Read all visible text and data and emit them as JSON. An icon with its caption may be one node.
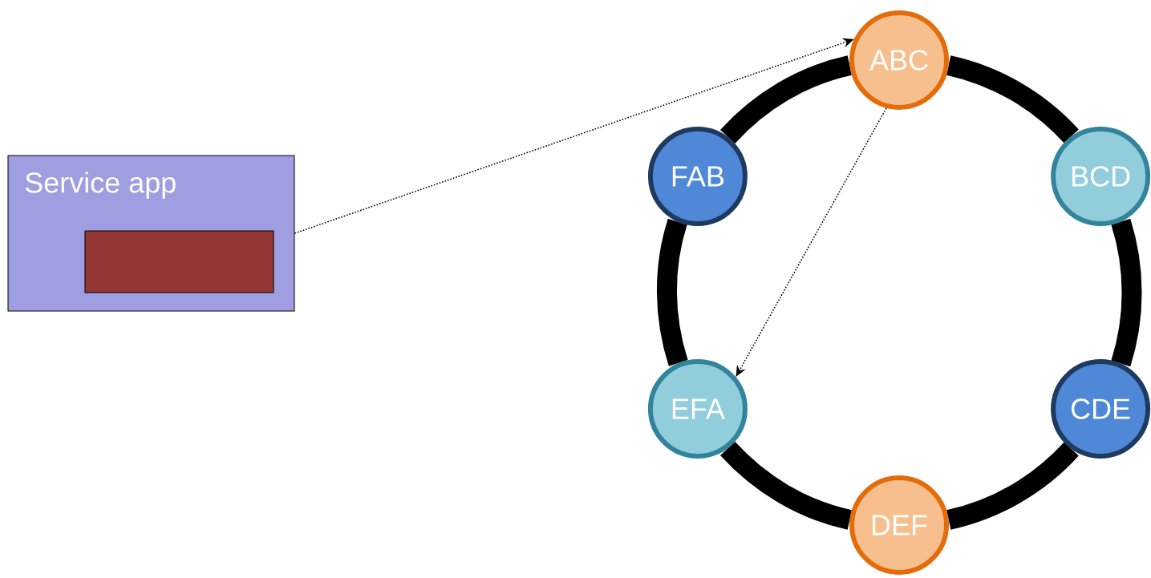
{
  "diagram": {
    "nodes": [
      {
        "text": [
          "Service app"
        ]
      },
      {
        "text": [],
        "shape": "box",
        "in": 0
      },
      {
        "text": [
          "ABC"
        ]
      },
      {
        "text": [
          "BCD"
        ]
      },
      {
        "text": [
          "CDE"
        ]
      },
      {
        "text": [
          "DEF"
        ]
      },
      {
        "text": [
          "EFA"
        ]
      },
      {
        "text": [
          "FAB"
        ]
      }
    ],
    "edges": [
      {
        "from": 2,
        "to": 3,
        "arrow": "none"
      },
      {
        "from": 3,
        "to": 4,
        "arrow": "none"
      },
      {
        "from": 4,
        "to": 5,
        "arrow": "none"
      },
      {
        "from": 5,
        "to": 6,
        "arrow": "none"
      },
      {
        "from": 6,
        "to": 7,
        "arrow": "none"
      },
      {
        "from": 7,
        "to": 2,
        "arrow": "none"
      },
      {
        "from": 0,
        "to": 2,
        "arrow": "to",
        "style": "dashed"
      },
      {
        "from": 2,
        "to": 6,
        "arrow": "to",
        "style": "dashed"
      }
    ]
  }
}
